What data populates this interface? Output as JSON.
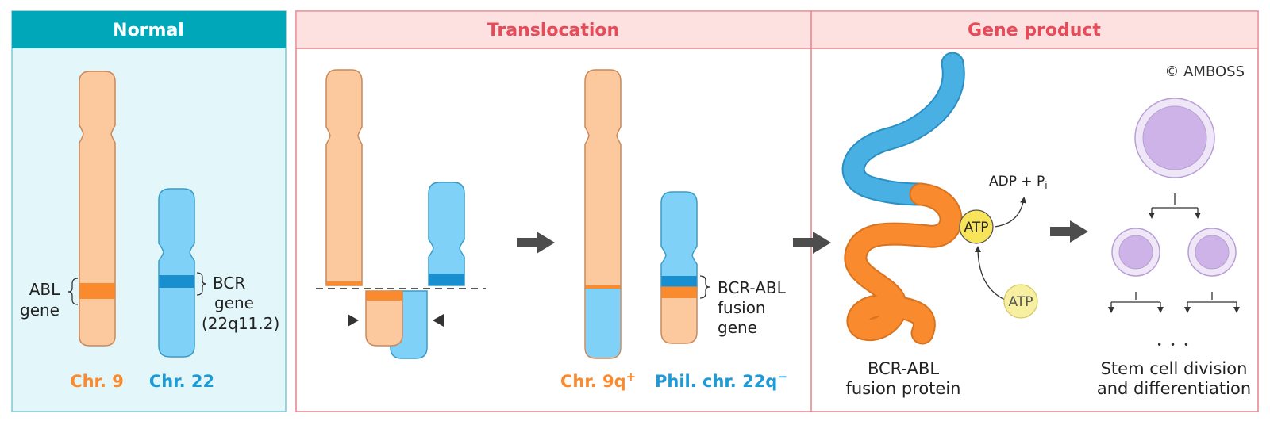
{
  "panels": {
    "normal": "Normal",
    "translocation": "Translocation",
    "gene_product": "Gene product"
  },
  "copyright": "© AMBOSS",
  "normal": {
    "abl_label_1": "ABL",
    "abl_label_2": "gene",
    "bcr_label_1": "BCR",
    "bcr_label_2": "gene",
    "bcr_label_3": "(22q11.2)",
    "chr9": "Chr. 9",
    "chr22": "Chr. 22"
  },
  "translocation": {
    "chr9q": "Chr. 9q",
    "chr9q_sup": "+",
    "phil": "Phil. chr. 22q",
    "phil_sup": "−",
    "fusion_1": "BCR-ABL",
    "fusion_2": "fusion",
    "fusion_3": "gene"
  },
  "gene_product": {
    "adp": "ADP + P",
    "adp_sub": "i",
    "atp_bound": "ATP",
    "atp_free": "ATP",
    "protein_1": "BCR-ABL",
    "protein_2": "fusion protein",
    "ellipsis": "• • •",
    "stem_1": "Stem cell division",
    "stem_2": "and differentiation"
  },
  "colors": {
    "orange": "#f98a2e",
    "peach": "#fcc89d",
    "blue_light": "#7fd1f8",
    "blue_dark": "#1a8fcf",
    "teal_header": "#00a7b8",
    "normal_bg": "#e3f7fa",
    "pink_header": "#fde1e1",
    "red_text": "#e64b5a",
    "purple": "#cdb3e8"
  }
}
